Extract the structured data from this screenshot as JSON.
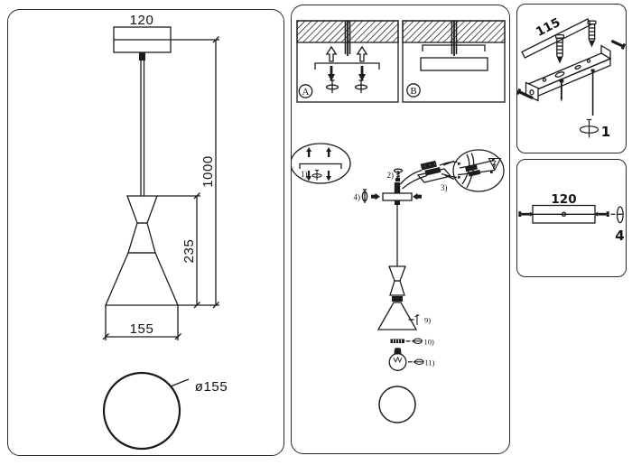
{
  "colors": {
    "line": "#1c1c1c",
    "background": "#ffffff",
    "border": "#2b2b2b"
  },
  "left_panel": {
    "canopy_width": "120",
    "suspension_length": "1000",
    "shade_height": "235",
    "shade_width": "155",
    "shade_diameter": "ø155"
  },
  "middle_panel": {
    "option_a_label": "A",
    "option_b_label": "B",
    "step1_label": "1)",
    "step2_label": "2)",
    "step3_label": "3)",
    "step4_label": "4)",
    "step9_label": "9)",
    "step10_label": "10)",
    "step11_label": "11)"
  },
  "right_top_panel": {
    "bracket_hole_spacing": "115",
    "part_quantity": "1"
  },
  "right_bottom_panel": {
    "canopy_width": "120",
    "part_quantity": "4"
  },
  "icons": [
    "screw-rotate-icon",
    "wall-anchor-icon",
    "arrow-up-icon",
    "arrow-down-icon",
    "warning-triangle-icon",
    "terminal-block-icon",
    "bulb-icon",
    "ceiling-hatch"
  ]
}
